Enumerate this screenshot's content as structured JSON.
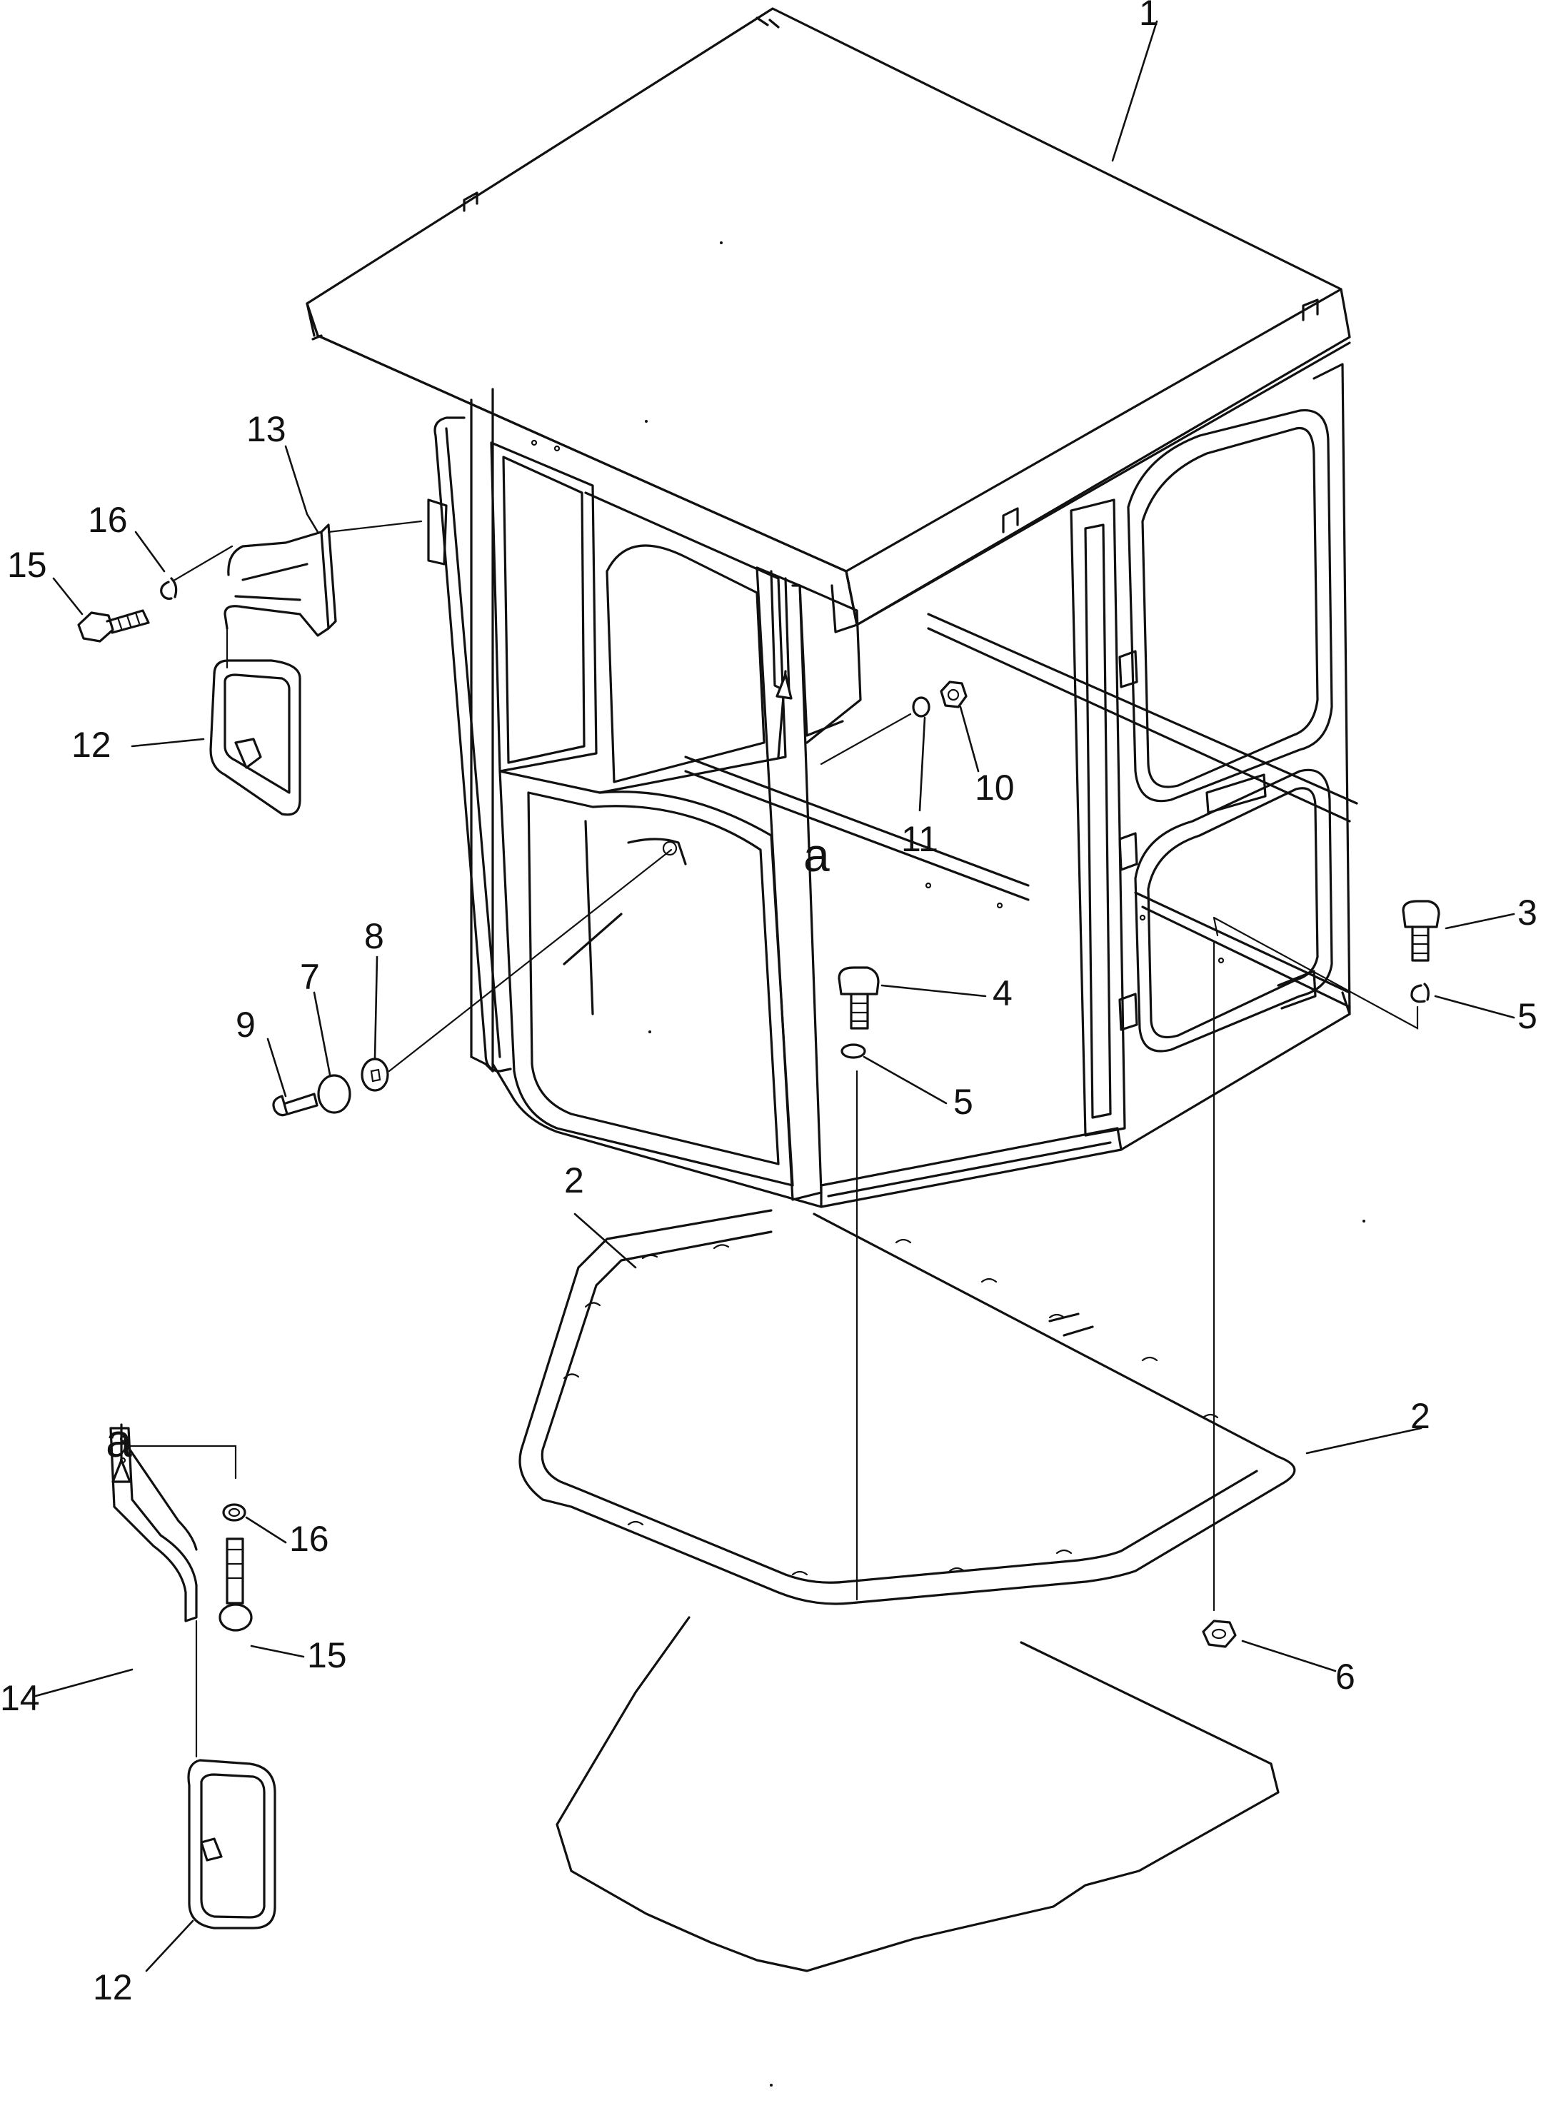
{
  "callouts": {
    "c1": "1",
    "c2a": "2",
    "c2b": "2",
    "c3": "3",
    "c4": "4",
    "c5a": "5",
    "c5b": "5",
    "c6": "6",
    "c7": "7",
    "c8": "8",
    "c9": "9",
    "c10": "10",
    "c11": "11",
    "c12a": "12",
    "c12b": "12",
    "c13": "13",
    "c14": "14",
    "c15a": "15",
    "c15b": "15",
    "c16a": "16",
    "c16b": "16",
    "view_a1": "a",
    "view_a2": "a"
  },
  "colors": {
    "line": "#111111",
    "background": "#ffffff"
  }
}
